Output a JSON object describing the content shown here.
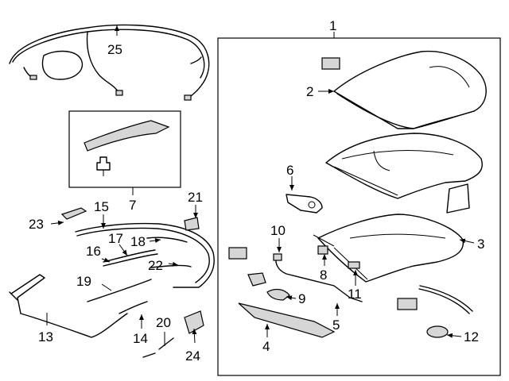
{
  "diagram": {
    "callouts": [
      "1",
      "2",
      "3",
      "4",
      "5",
      "6",
      "7",
      "8",
      "9",
      "10",
      "11",
      "12",
      "13",
      "14",
      "15",
      "16",
      "17",
      "18",
      "19",
      "20",
      "21",
      "22",
      "23",
      "24",
      "25"
    ]
  },
  "colors": {
    "line": "#000000",
    "part_fill": "#d6d6d6",
    "background": "#ffffff"
  }
}
